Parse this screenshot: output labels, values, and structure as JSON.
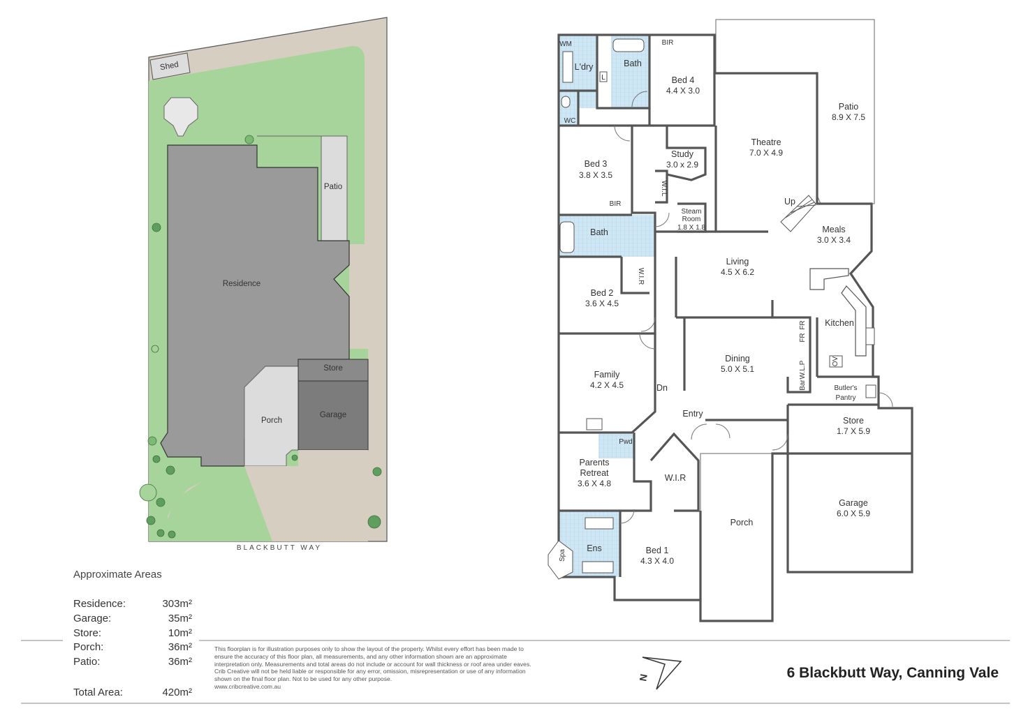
{
  "site_plan": {
    "street": "BLACKBUTT WAY",
    "labels": {
      "shed": "Shed",
      "patio": "Patio",
      "residence": "Residence",
      "store": "Store",
      "garage": "Garage",
      "porch": "Porch"
    }
  },
  "floor_plan": {
    "rooms": [
      {
        "id": "laundry",
        "name": "L'dry"
      },
      {
        "id": "bath-top",
        "name": "Bath"
      },
      {
        "id": "bir-top",
        "name": "BIR"
      },
      {
        "id": "wc",
        "name": "WC"
      },
      {
        "id": "bed4",
        "name": "Bed 4",
        "size": "4.4 X 3.0"
      },
      {
        "id": "patio",
        "name": "Patio",
        "size": "8.9 X 7.5"
      },
      {
        "id": "theatre",
        "name": "Theatre",
        "size": "7.0 X 4.9"
      },
      {
        "id": "bed3",
        "name": "Bed 3",
        "size": "3.8 X 3.5"
      },
      {
        "id": "study",
        "name": "Study",
        "size": "3.0 x 2.9"
      },
      {
        "id": "wil",
        "name": "W.I.L"
      },
      {
        "id": "steam",
        "name": "Steam",
        "name2": "Room",
        "size": "1.8 X 1.8"
      },
      {
        "id": "bir-mid",
        "name": "BIR"
      },
      {
        "id": "bath-mid",
        "name": "Bath"
      },
      {
        "id": "meals",
        "name": "Meals",
        "size": "3.0 X 3.4"
      },
      {
        "id": "living",
        "name": "Living",
        "size": "4.5 X 6.2"
      },
      {
        "id": "bed2",
        "name": "Bed 2",
        "size": "3.6 X 4.5"
      },
      {
        "id": "wir-mid",
        "name": "W.I.R"
      },
      {
        "id": "kitchen",
        "name": "Kitchen"
      },
      {
        "id": "family",
        "name": "Family",
        "size": "4.2 X 4.5"
      },
      {
        "id": "dining",
        "name": "Dining",
        "size": "5.0 X 5.1"
      },
      {
        "id": "butlers",
        "name": "Butler's",
        "name2": "Pantry"
      },
      {
        "id": "store",
        "name": "Store",
        "size": "1.7 X 5.9"
      },
      {
        "id": "parents",
        "name": "Parents",
        "name2": "Retreat",
        "size": "3.6 X 4.8"
      },
      {
        "id": "wir-bottom",
        "name": "W.I.R"
      },
      {
        "id": "garage",
        "name": "Garage",
        "size": "6.0 X 5.9"
      },
      {
        "id": "porch",
        "name": "Porch"
      },
      {
        "id": "bed1",
        "name": "Bed 1",
        "size": "4.3 X 4.0"
      },
      {
        "id": "ens",
        "name": "Ens"
      },
      {
        "id": "spa",
        "name": "Spa"
      }
    ],
    "annotations": {
      "up": "Up",
      "dn": "Dn",
      "entry": "Entry",
      "pwd": "Pwd",
      "fr": "FR",
      "wlp": "W.L.P",
      "bar": "Bar",
      "ov": "OV",
      "wm": "WM",
      "l": "L"
    }
  },
  "areas": {
    "title": "Approximate Areas",
    "rows": [
      {
        "label": "Residence:",
        "value": "303m²"
      },
      {
        "label": "Garage:",
        "value": "35m²"
      },
      {
        "label": "Store:",
        "value": "10m²"
      },
      {
        "label": "Porch:",
        "value": "36m²"
      },
      {
        "label": "Patio:",
        "value": "36m²"
      }
    ],
    "total": {
      "label": "Total Area:",
      "value": "420m²"
    }
  },
  "disclaimer": "This floorplan is for illustration purposes only to show the layout of the property. Whilst every effort has been made to ensure the accuracy of this floor plan, all measurements, and any other information shown are an approximate interpretation only. Measurements and total areas do not include or account for wall thickness or roof area under eaves. Crib Creative will not be held liable or responsible for any error, omission, misrepresentation or use of any information shown on the final floor plan. Not to be used for any other purpose.",
  "website": "www.cribcreative.com.au",
  "compass_letter": "N",
  "address": "6 Blackbutt Way, Canning Vale",
  "colors": {
    "lawn": "#a6d49b",
    "driveway": "#d6cec1",
    "residence": "#9a9a9a",
    "patio": "#dcdcdc",
    "garage": "#7c7c7c",
    "wet_area": "#cfe7f4",
    "wall": "#555555"
  }
}
